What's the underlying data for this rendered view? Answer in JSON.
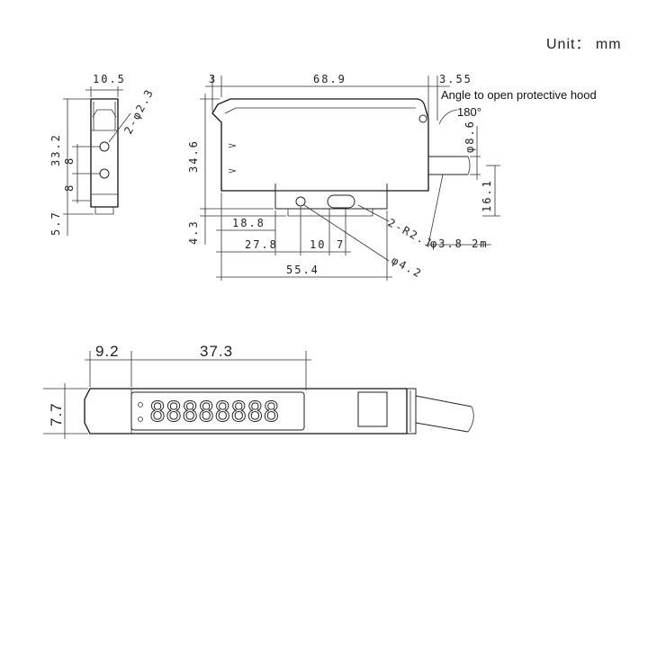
{
  "unit_label": "Unit： mm",
  "note": {
    "angle_hood": "Angle to open protective hood",
    "angle_value": "180°"
  },
  "side_view": {
    "width": "10.5",
    "height": "33.2",
    "hole": "2-φ2.3",
    "hole_spacing_top": "8",
    "hole_spacing_bottom": "8",
    "bottom": "5.7"
  },
  "front_view": {
    "offset_left": "3",
    "length": "68.9",
    "offset_right": "3.55",
    "height": "34.6",
    "cable_dia": "φ8.6",
    "cable_height": "16.1",
    "rail_offset": "4.3",
    "dim_18": "18.8",
    "dim_27": "27.8",
    "dim_10": "10",
    "dim_7": "7",
    "dim_55": "55.4",
    "radius": "2-R2.1",
    "hole_dia": "φ4.2",
    "cable_spec": "φ3.8  2m"
  },
  "top_view": {
    "dim_left": "9.2",
    "dim_display": "37.3",
    "height": "7.7",
    "display_text": "88888888"
  }
}
